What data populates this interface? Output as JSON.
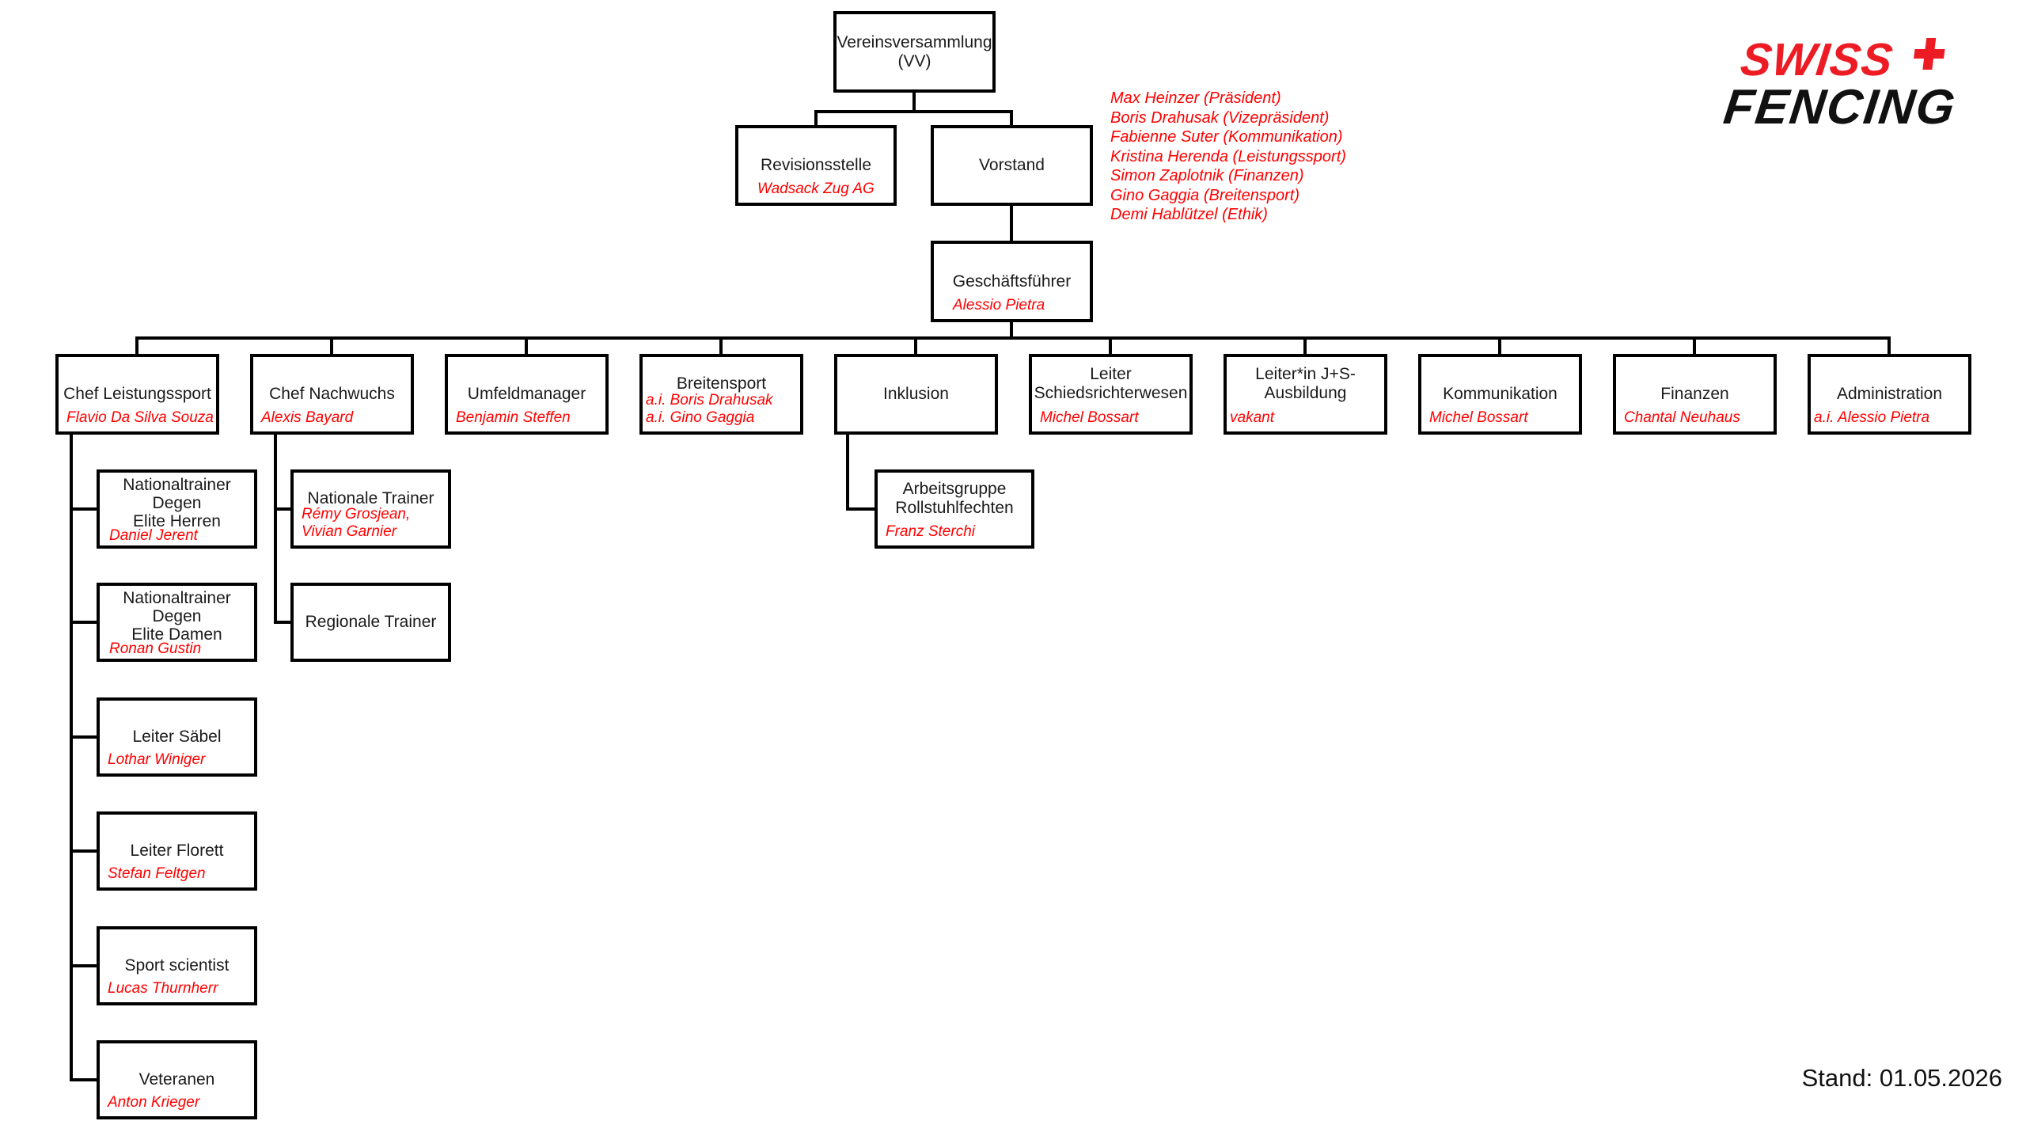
{
  "colors": {
    "box_border": "#000000",
    "title_text": "#1a1a1a",
    "name_text": "#FF0000",
    "logo_red": "#ED1C24",
    "logo_black": "#111111"
  },
  "logo": {
    "line1": "SWISS",
    "line2": "FENCING",
    "cross_icon": "swiss-cross"
  },
  "footer": {
    "stand": "Stand: 01.05.2026"
  },
  "nodes": {
    "vv": {
      "title": "Vereinsversammlung\n(VV)",
      "name": ""
    },
    "revisionsstelle": {
      "title": "Revisionsstelle",
      "name": "Wadsack Zug AG"
    },
    "vorstand": {
      "title": "Vorstand"
    },
    "geschaeftsfuehrer": {
      "title": "Geschäftsführer",
      "name": "Alessio Pietra"
    }
  },
  "vorstand": {
    "members": [
      "Max Heinzer (Präsident)",
      "Boris Drahusak (Vizepräsident)",
      "Fabienne Suter (Kommunikation)",
      "Kristina Herenda (Leistungssport)",
      "Simon Zaplotnik (Finanzen)",
      "Gino Gaggia (Breitensport)",
      "Demi Hablützel (Ethik)"
    ]
  },
  "level2": [
    {
      "title": "Chef Leistungssport",
      "name": "Flavio Da Silva Souza"
    },
    {
      "title": "Chef Nachwuchs",
      "name": "Alexis Bayard"
    },
    {
      "title": "Umfeldmanager",
      "name": "Benjamin Steffen"
    },
    {
      "title": "Breitensport",
      "name": "a.i. Boris Drahusak\na.i. Gino Gaggia"
    },
    {
      "title": "Inklusion",
      "name": ""
    },
    {
      "title": "Leiter\nSchiedsrichterwesen",
      "name": "Michel Bossart"
    },
    {
      "title": "Leiter*in J+S-\nAusbildung",
      "name": "vakant"
    },
    {
      "title": "Kommunikation",
      "name": "Michel Bossart"
    },
    {
      "title": "Finanzen",
      "name": "Chantal Neuhaus"
    },
    {
      "title": "Administration",
      "name": "a.i. Alessio Pietra"
    }
  ],
  "leistungssport_children": [
    {
      "title": "Nationaltrainer\nDegen\nElite Herren",
      "name": "Daniel Jerent"
    },
    {
      "title": "Nationaltrainer\nDegen\nElite Damen",
      "name": "Ronan Gustin"
    },
    {
      "title": "Leiter Säbel",
      "name": "Lothar Winiger"
    },
    {
      "title": "Leiter Florett",
      "name": "Stefan Feltgen"
    },
    {
      "title": "Sport scientist",
      "name": "Lucas Thurnherr"
    },
    {
      "title": "Veteranen",
      "name": "Anton Krieger"
    }
  ],
  "nachwuchs_children": [
    {
      "title": "Nationale Trainer",
      "name": "Rémy Grosjean,\nVivian Garnier"
    },
    {
      "title": "Regionale Trainer",
      "name": ""
    }
  ],
  "inklusion_children": [
    {
      "title": "Arbeitsgruppe\nRollstuhlfechten",
      "name": "Franz Sterchi"
    }
  ]
}
